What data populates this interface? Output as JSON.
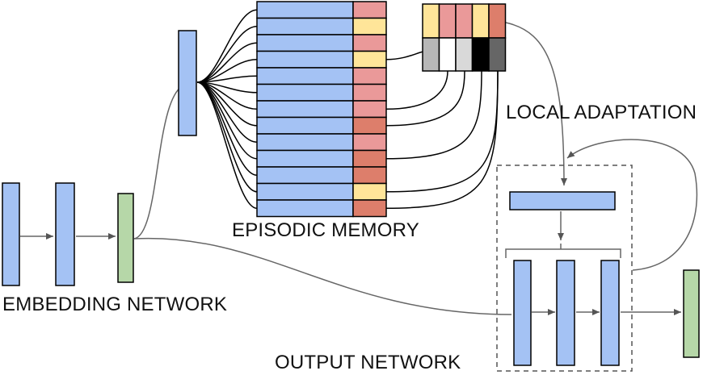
{
  "labels": {
    "embedding_network": "EMBEDDING NETWORK",
    "episodic_memory": "EPISODIC MEMORY",
    "local_adaptation": "LOCAL ADAPTATION",
    "output_network": "OUTPUT NETWORK"
  },
  "colors": {
    "blue": "#a4c2f4",
    "green": "#b6d7a8",
    "yellow": "#ffe599",
    "pink": "#ea9999",
    "red": "#dd7e6b",
    "stroke": "#000000",
    "connector": "#666666",
    "dash_box": "#555555"
  },
  "memory": {
    "value_colors": [
      "pink",
      "yellow",
      "pink",
      "yellow",
      "pink",
      "pink",
      "pink",
      "red",
      "pink",
      "red",
      "red",
      "yellow",
      "red"
    ]
  },
  "retrieved": {
    "value_colors": [
      "yellow",
      "pink",
      "pink",
      "yellow",
      "red"
    ],
    "weight_colors": [
      "#b7b7b7",
      "#ffffff",
      "#d9d9d9",
      "#000000",
      "#666666"
    ]
  }
}
